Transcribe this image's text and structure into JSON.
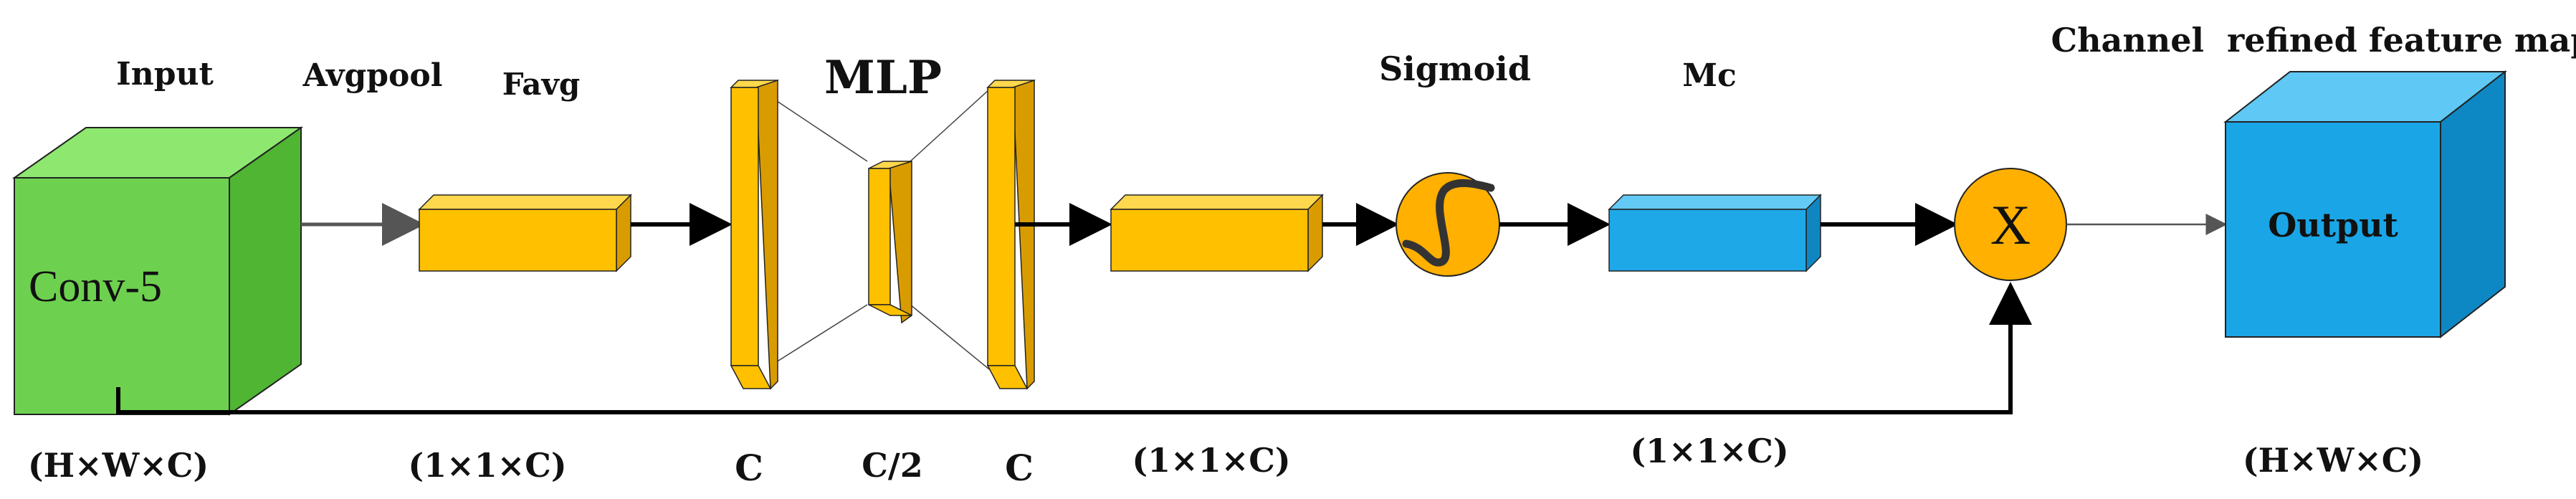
{
  "colors": {
    "input_front": "#6dd14f",
    "input_top": "#8ee870",
    "input_side": "#4fb533",
    "bar_front": "#ffc000",
    "bar_top": "#ffd84d",
    "bar_side": "#d99c00",
    "mc_front": "#1ea8e8",
    "mc_top": "#63c9f5",
    "mc_side": "#0f86c2",
    "output_front": "#1aa6e6",
    "output_top": "#5fc8f4",
    "output_side": "#0e88c4",
    "op_circle": "#ffb000",
    "line": "#000000"
  },
  "labels": {
    "input": "Input",
    "avgpool": "Avgpool",
    "favg": "Favg",
    "mlp": "MLP",
    "sigmoid": "Sigmoid",
    "mc": "Mc",
    "channel_refined": "Channel  refined feature map",
    "conv": "Conv-5",
    "output": "Output",
    "multiply": "X"
  },
  "dims": {
    "input": "(H×W×C)",
    "favg": "(1×1×C)",
    "mlp_in": "C",
    "mlp_hidden": "C/2",
    "mlp_out": "C",
    "mlp_result": "(1×1×C)",
    "mc": "(1×1×C)",
    "output": "(H×W×C)"
  }
}
